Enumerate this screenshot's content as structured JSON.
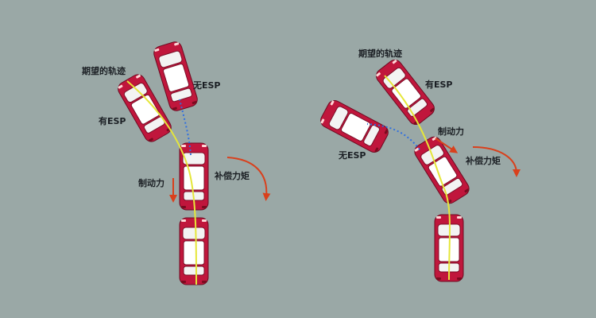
{
  "colors": {
    "background": "#9aa8a6",
    "car_body": "#c0163c",
    "car_roof": "#ffffff",
    "trajectory": "#e5e63a",
    "no_esp_path": "#2f6fe0",
    "arrow": "#d9401c"
  },
  "left_diagram": {
    "desired_path_label": "期望的轨迹",
    "with_esp_label": "有ESP",
    "without_esp_label": "无ESP",
    "brake_force_label": "制动力",
    "compensation_torque_label": "补偿力矩"
  },
  "right_diagram": {
    "desired_path_label": "期望的轨迹",
    "with_esp_label": "有ESP",
    "without_esp_label": "无ESP",
    "brake_force_label": "制动力",
    "compensation_torque_label": "补偿力矩"
  },
  "icons": [
    "car-icon",
    "brake-arrow-icon",
    "torque-arrow-icon"
  ]
}
